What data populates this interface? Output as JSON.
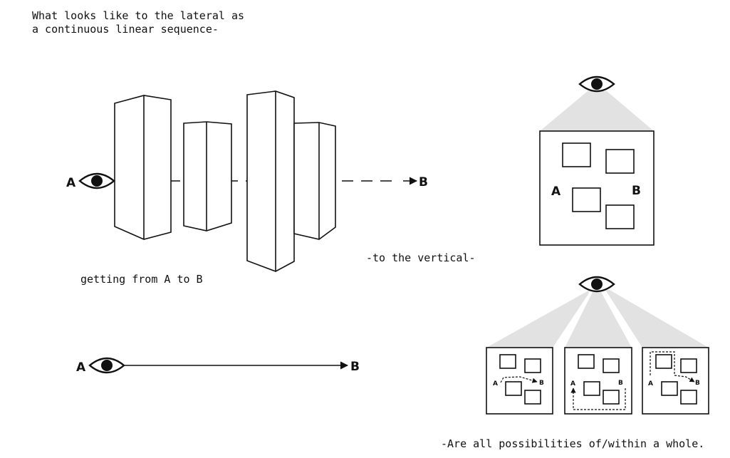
{
  "caption_lateral": {
    "line1": "What looks like to the lateral as",
    "line2": "a continuous linear sequence-"
  },
  "caption_journey": "getting from A to B",
  "caption_vertical": "-to the vertical-",
  "caption_whole": "-Are all possibilities of/within a whole.",
  "labels": {
    "a": "A",
    "b": "B"
  },
  "icons": {
    "eye": "eye-icon",
    "arrowhead": "arrowhead-icon"
  },
  "colors": {
    "ink": "#111111",
    "view_cone": "#e2e2e2",
    "background": "#ffffff"
  }
}
